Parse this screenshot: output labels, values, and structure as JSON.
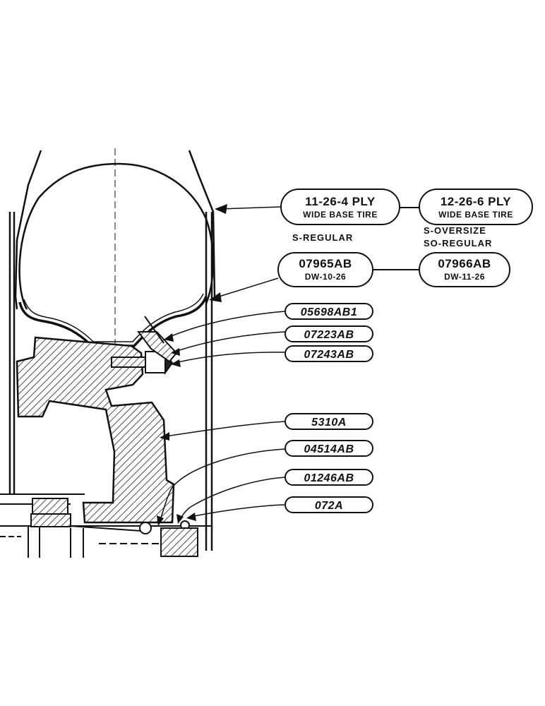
{
  "tires": {
    "regular": {
      "line1": "11-26-4 PLY",
      "line2": "WIDE BASE TIRE",
      "note": "S-REGULAR"
    },
    "oversize": {
      "line1": "12-26-6 PLY",
      "line2": "WIDE BASE TIRE",
      "note1": "S-OVERSIZE",
      "note2": "SO-REGULAR"
    }
  },
  "rims": {
    "regular": {
      "line1": "07965AB",
      "line2": "DW-10-26"
    },
    "oversize": {
      "line1": "07966AB",
      "line2": "DW-11-26"
    }
  },
  "parts": [
    {
      "label": "05698AB1"
    },
    {
      "label": "07223AB"
    },
    {
      "label": "07243AB"
    },
    {
      "label": "5310A"
    },
    {
      "label": "04514AB"
    },
    {
      "label": "01246AB"
    },
    {
      "label": "072A"
    }
  ]
}
